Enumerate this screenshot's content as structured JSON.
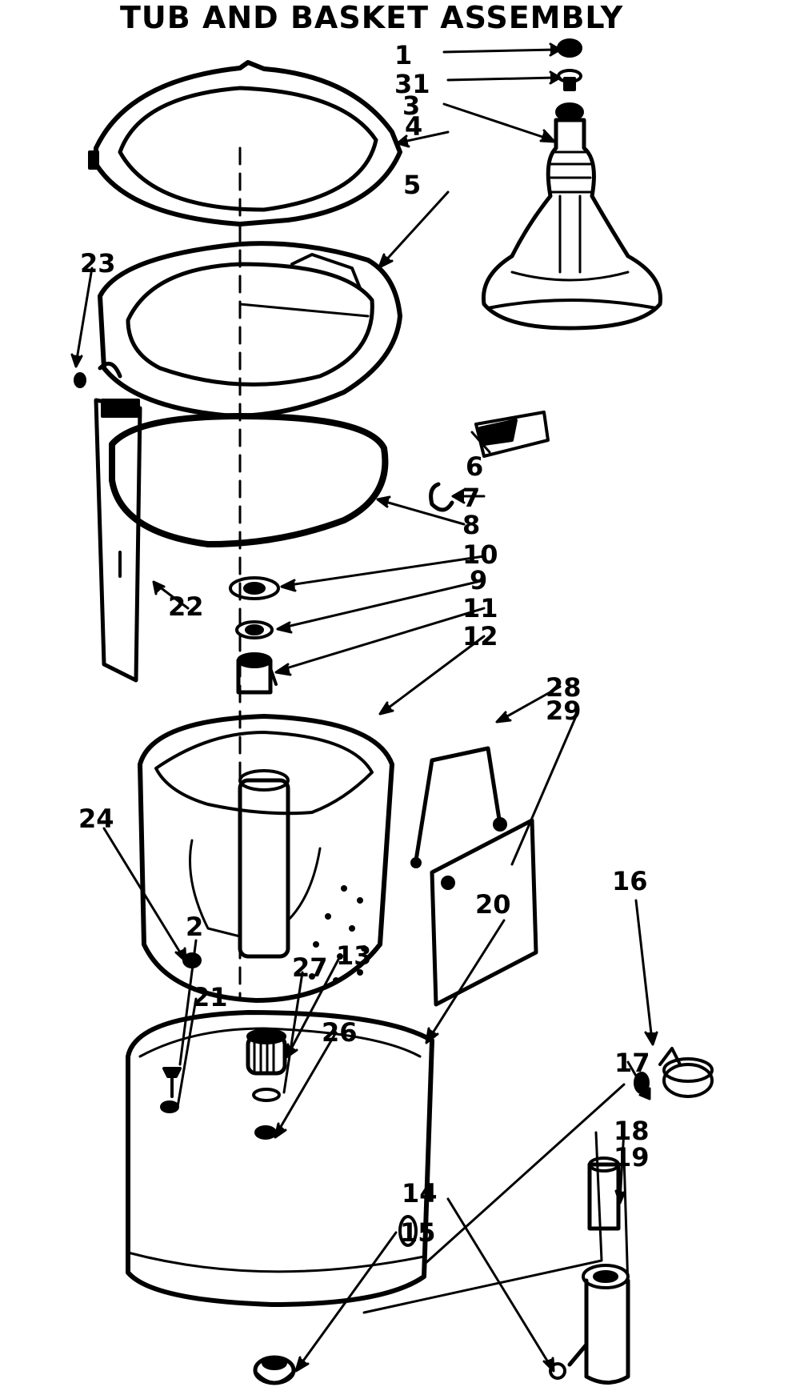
{
  "title": "TUB AND BASKET ASSEMBLY",
  "callouts": {
    "c1": "1",
    "c31": "31",
    "c3": "3",
    "c4": "4",
    "c5": "5",
    "c23": "23",
    "c6": "6",
    "c7": "7",
    "c8": "8",
    "c10": "10",
    "c9": "9",
    "c22": "22",
    "c11": "11",
    "c12": "12",
    "c28": "28",
    "c29": "29",
    "c24": "24",
    "c16": "16",
    "c20": "20",
    "c2": "2",
    "c13": "13",
    "c27": "27",
    "c21": "21",
    "c26": "26",
    "c17": "17",
    "c18": "18",
    "c19": "19",
    "c14": "14",
    "c15": "15"
  },
  "colors": {
    "ink": "#000000",
    "paper": "#ffffff"
  }
}
